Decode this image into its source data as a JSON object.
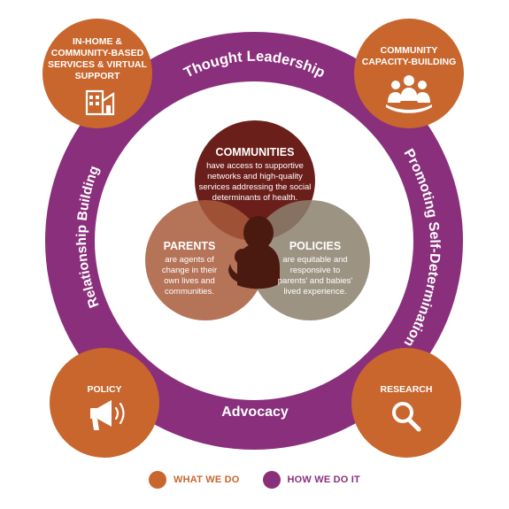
{
  "colors": {
    "ring": "#8a2f7c",
    "orange": "#c8662d",
    "communities": "#6b1f1b",
    "parents": "#a85a3a",
    "policies": "#8c806c",
    "silhouette": "#4a1a10"
  },
  "ring": {
    "thought_leadership": "Thought Leadership",
    "promoting_self_determination": "Promoting Self-Determination",
    "advocacy": "Advocacy",
    "relationship_building": "Relationship Building"
  },
  "corners": {
    "top_left": {
      "lines": [
        "IN-HOME &",
        "COMMUNITY-BASED",
        "SERVICES & VIRTUAL",
        "SUPPORT"
      ],
      "icon": "building-icon"
    },
    "top_right": {
      "lines": [
        "COMMUNITY",
        "CAPACITY-BUILDING"
      ],
      "icon": "people-group-icon"
    },
    "bottom_left": {
      "lines": [
        "POLICY"
      ],
      "icon": "megaphone-icon"
    },
    "bottom_right": {
      "lines": [
        "RESEARCH"
      ],
      "icon": "magnifier-icon"
    }
  },
  "venn": {
    "communities": {
      "title": "COMMUNITIES",
      "body": [
        "have access to supportive",
        "networks and high-quality",
        "services addressing the social",
        "determinants of health."
      ]
    },
    "parents": {
      "title": "PARENTS",
      "body": [
        "are agents of",
        "change in their",
        "own lives and",
        "communities."
      ]
    },
    "policies": {
      "title": "POLICIES",
      "body": [
        "are equitable and",
        "responsive to",
        "parents' and babies'",
        "lived experience."
      ]
    },
    "center_icon": "parent-and-baby-silhouette-icon"
  },
  "legend": {
    "what_we_do": "WHAT WE DO",
    "how_we_do_it": "HOW WE DO IT"
  }
}
